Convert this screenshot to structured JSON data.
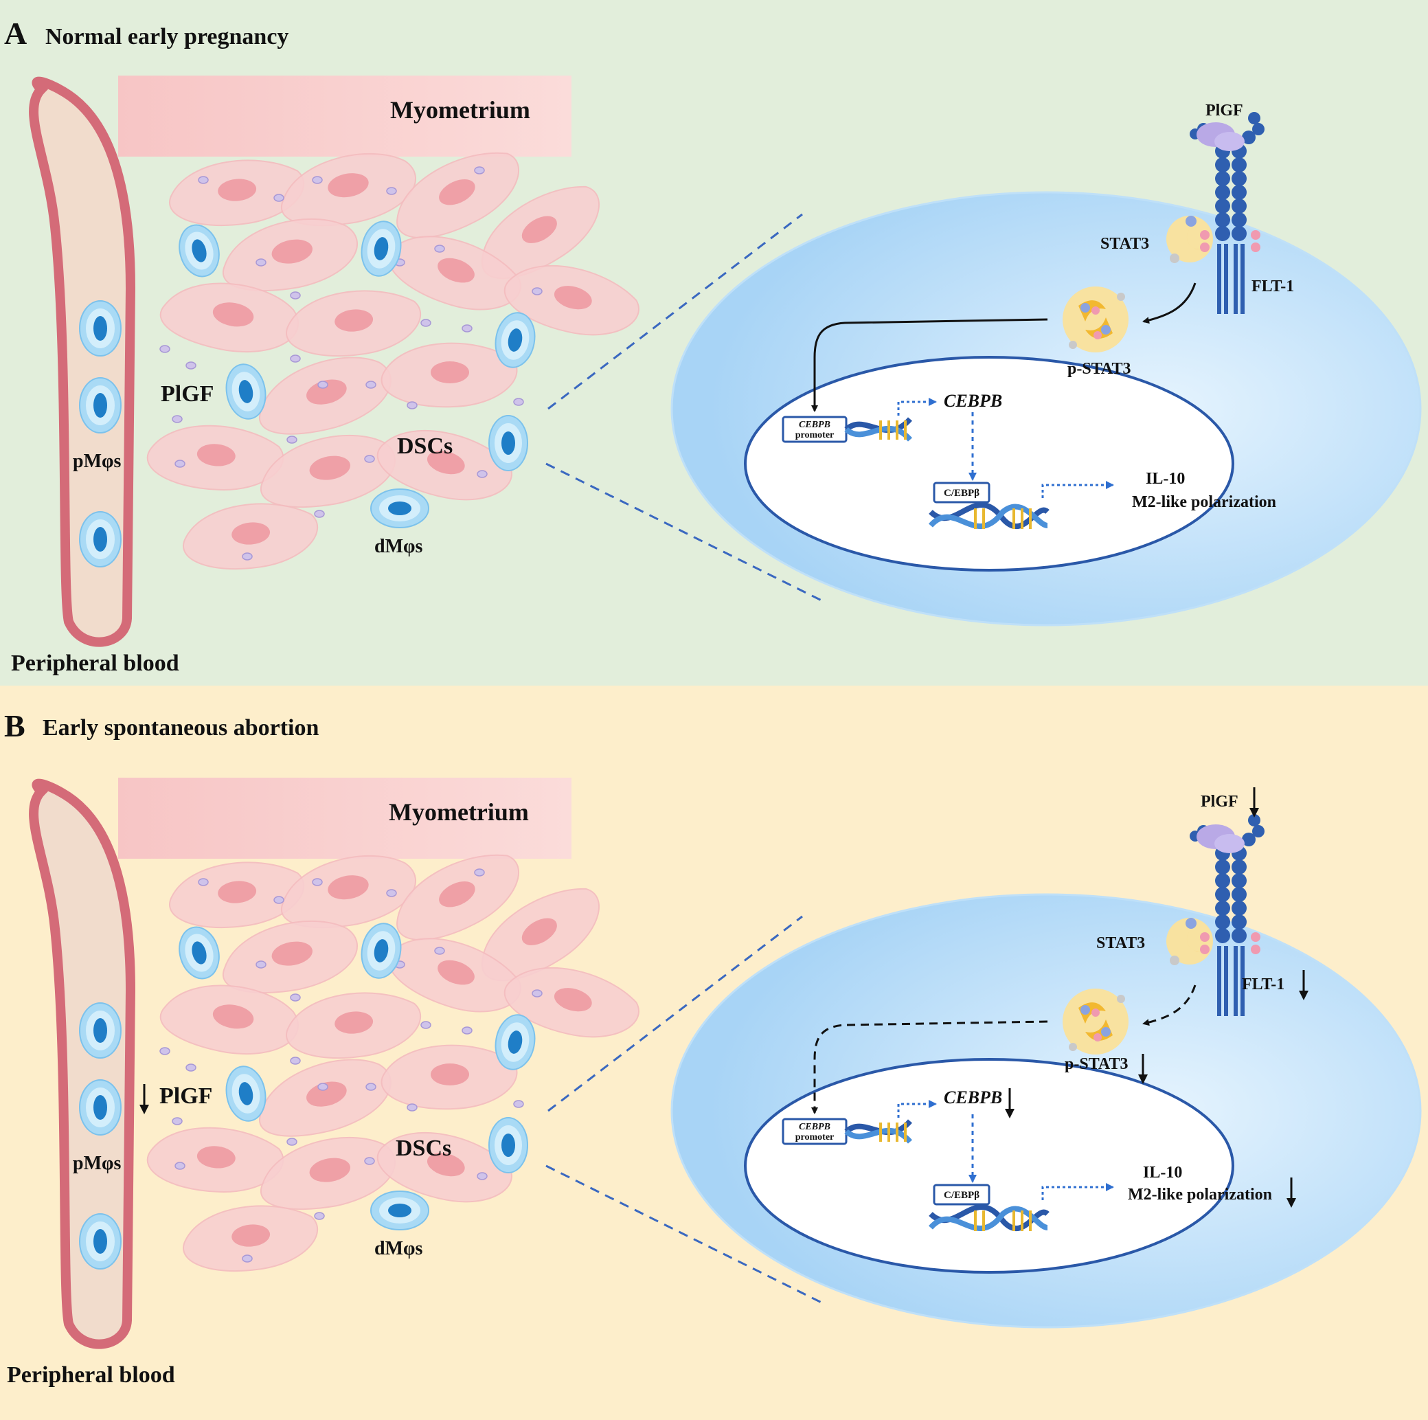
{
  "panels": [
    {
      "letter": "A",
      "title": "Normal early pregnancy",
      "background": "#e2eedb",
      "labels": {
        "myometrium": "Myometrium",
        "plgf_tissue": "PlGF",
        "dscs": "DSCs",
        "pmphis": "pMφs",
        "dmphis": "dMφs",
        "peripheral_blood": "Peripheral blood",
        "plgf_receptor": "PlGF",
        "stat3": "STAT3",
        "flt1": "FLT-1",
        "pstat3": "p-STAT3",
        "cebpb": "CEBPB",
        "promoter_top": "CEBPB",
        "promoter_bottom": "promoter",
        "cebpb_protein": "C/EBPβ",
        "il10": "IL-10",
        "m2": "M2-like polarization"
      },
      "decreased": false
    },
    {
      "letter": "B",
      "title": "Early spontaneous abortion",
      "background": "#fdeecb",
      "labels": {
        "myometrium": "Myometrium",
        "plgf_tissue": "PlGF",
        "dscs": "DSCs",
        "pmphis": "pMφs",
        "dmphis": "dMφs",
        "peripheral_blood": "Peripheral blood",
        "plgf_receptor": "PlGF",
        "stat3": "STAT3",
        "flt1": "FLT-1",
        "pstat3": "p-STAT3",
        "cebpb": "CEBPB",
        "promoter_top": "CEBPB",
        "promoter_bottom": "promoter",
        "cebpb_protein": "C/EBPβ",
        "il10": "IL-10",
        "m2": "M2-like polarization"
      },
      "decreased": true
    }
  ],
  "colors": {
    "vessel": "#d46b78",
    "macrophage": "#1f7ec7",
    "cell_membrane": "#c2e4fb",
    "nucleus_border": "#2a58a8",
    "receptor": "#2f5fb0",
    "plgf_ligand": "#b9a9e6",
    "stat3": "#f8d878",
    "cell_body": "#f8cfd0"
  },
  "icons": {
    "decrease": "down-arrow-icon"
  }
}
